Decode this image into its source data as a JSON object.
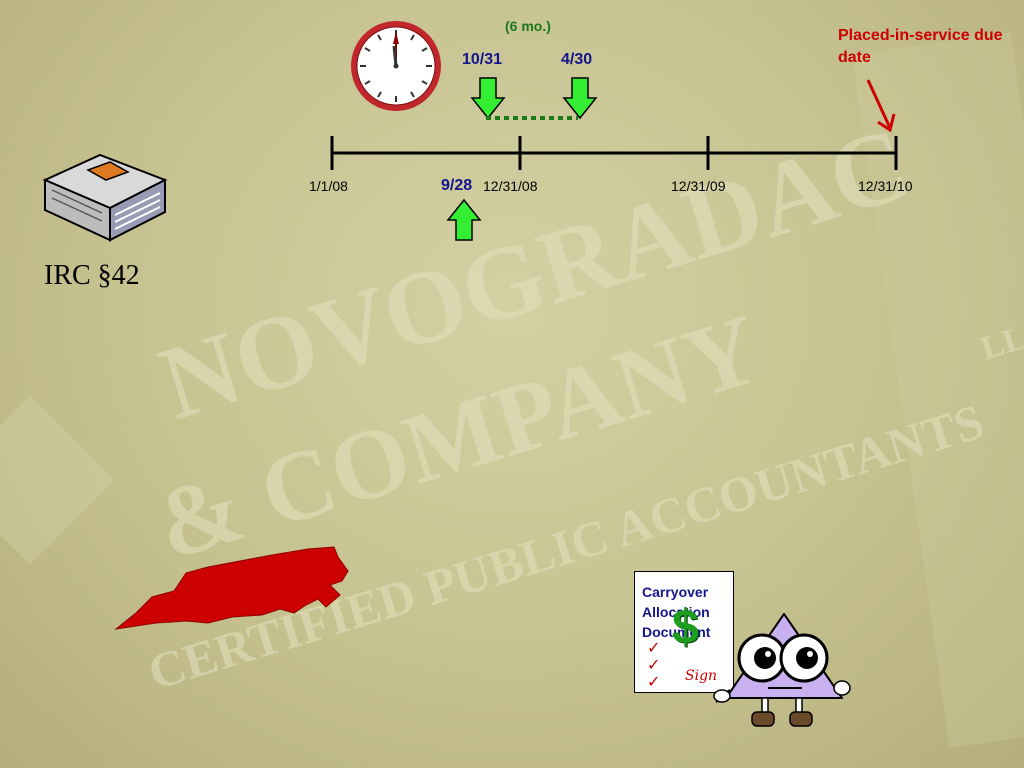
{
  "watermark": {
    "line1": "NOVOGRADAC",
    "line2": "& COMPANY",
    "suffix": "LLP",
    "line3": "CERTIFIED PUBLIC ACCOUNTANTS"
  },
  "book": {
    "caption": "IRC §42",
    "icon": "book-icon"
  },
  "timeline": {
    "ticks": [
      "1/1/08",
      "12/31/08",
      "12/31/09",
      "12/31/10"
    ],
    "period_label": "(6 mo.)",
    "start_marker": "10/31",
    "end_marker": "4/30",
    "below_marker": "9/28",
    "due_label": "Placed-in-service due date",
    "clock_icon": "clock-icon"
  },
  "document": {
    "lines": [
      "Carryover",
      "Allocation",
      "Document"
    ],
    "signature": "Sign",
    "dollar": "$",
    "checkmarks": 3
  },
  "icons": {
    "map": "north-carolina-map-icon",
    "mascot": "mascot-icon"
  },
  "colors": {
    "accent_blue": "#14148c",
    "alert_red": "#cc0000",
    "arrow_green": "#33ee33",
    "period_green": "#1a7a1a",
    "map_red": "#cc0000"
  }
}
